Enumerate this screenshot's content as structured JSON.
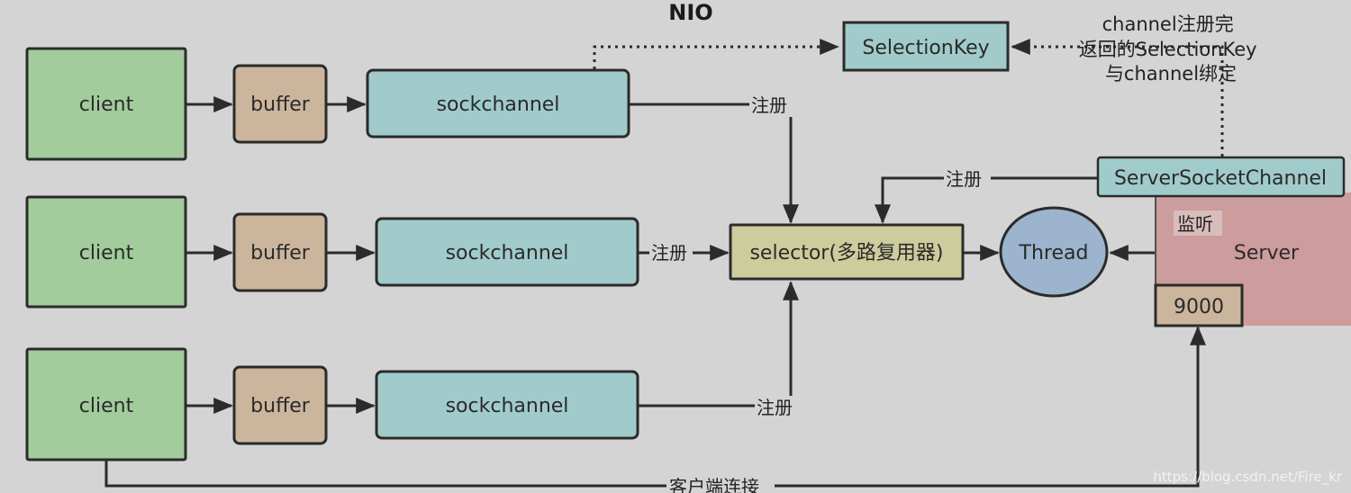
{
  "title": "NIO",
  "colors": {
    "client": "#a2cc9c",
    "buffer": "#ccb59d",
    "channel": "#a1cbcb",
    "selector": "#cdcc9c",
    "thread": "#9cb4cd",
    "server": "#cd9c9c",
    "port": "#ccb59d",
    "background": "#d4d4d4",
    "stroke": "#2b2b2b"
  },
  "nodes": {
    "client1": "client",
    "client2": "client",
    "client3": "client",
    "buffer1": "buffer",
    "buffer2": "buffer",
    "buffer3": "buffer",
    "sockchannel1": "sockchannel",
    "sockchannel2": "sockchannel",
    "sockchannel3": "sockchannel",
    "selector": "selector(多路复用器)",
    "thread": "Thread",
    "server": "Server",
    "server_socket_channel": "ServerSocketChannel",
    "port": "9000",
    "selection_key": "SelectionKey"
  },
  "edge_labels": {
    "register1": "注册",
    "register2": "注册",
    "register3": "注册",
    "register_server": "注册",
    "listen": "监听",
    "client_connect": "客户端连接"
  },
  "note_lines": [
    "channel注册完",
    "返回的SelectionKey",
    "与channel绑定"
  ],
  "watermark": "https://blog.csdn.net/Fire_kr"
}
